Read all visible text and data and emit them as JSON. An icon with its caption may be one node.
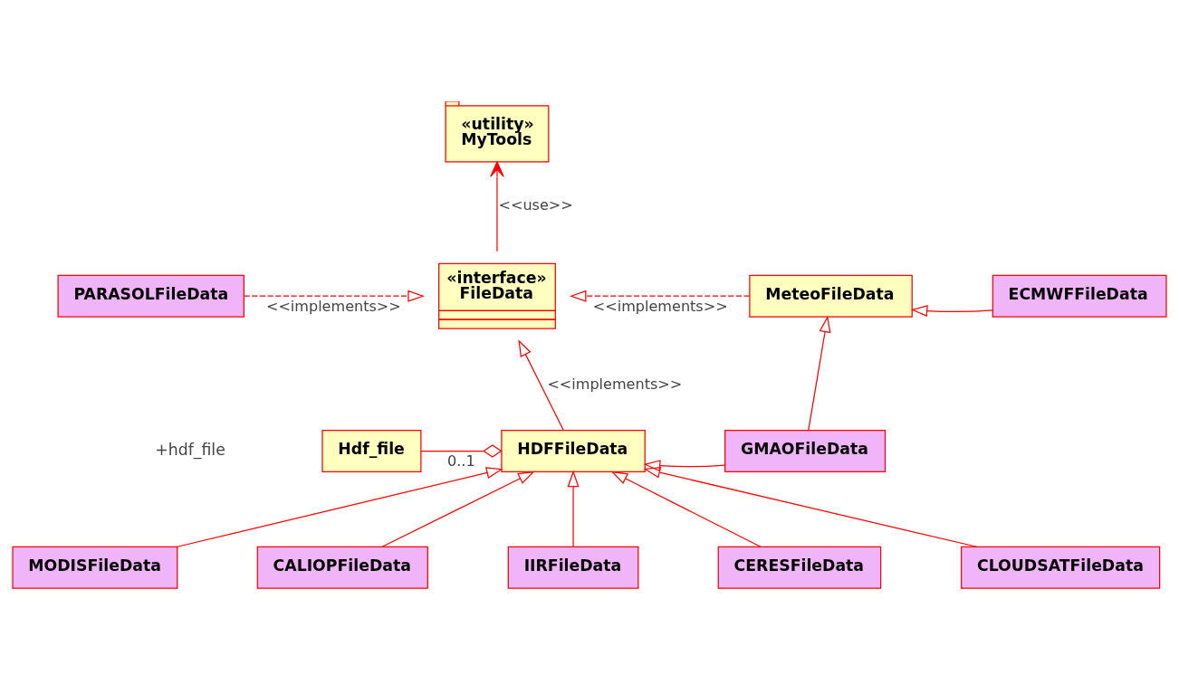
{
  "diagram": {
    "nodes": [
      {
        "text": [
          "«utility»",
          "MyTools"
        ]
      },
      {
        "text": [
          "«interface»",
          "FileData"
        ]
      },
      {
        "text": [
          "PARASOLFileData"
        ]
      },
      {
        "text": [
          "MeteoFileData"
        ]
      },
      {
        "text": [
          "ECMWFFileData"
        ]
      },
      {
        "text": [
          "Hdf_file"
        ]
      },
      {
        "text": [
          "HDFFileData"
        ]
      },
      {
        "text": [
          "GMAOFileData"
        ]
      },
      {
        "text": [
          "MODISFileData"
        ]
      },
      {
        "text": [
          "CALIOPFileData"
        ]
      },
      {
        "text": [
          "IIRFileData"
        ]
      },
      {
        "text": [
          "CERESFileData"
        ]
      },
      {
        "text": [
          "CLOUDSATFileData"
        ]
      }
    ],
    "edges": [
      {
        "from": 1,
        "to": 0,
        "arrow": "to",
        "label": "<<use>>"
      },
      {
        "from": 2,
        "to": 1,
        "arrow": "to",
        "label": "<<implements>>",
        "style": "dashed"
      },
      {
        "from": 3,
        "to": 1,
        "arrow": "to",
        "label": "<<implements>>",
        "style": "dashed"
      },
      {
        "from": 4,
        "to": 3,
        "arrow": "to"
      },
      {
        "from": 6,
        "to": 1,
        "arrow": "to",
        "label": "<<implements>>"
      },
      {
        "from": 7,
        "to": 3,
        "arrow": "to"
      },
      {
        "from": 5,
        "to": 6,
        "arrow": "other",
        "label": "0..1"
      },
      {
        "from": 7,
        "to": 6,
        "arrow": "to"
      },
      {
        "from": 8,
        "to": 6,
        "arrow": "to"
      },
      {
        "from": 9,
        "to": 6,
        "arrow": "to"
      },
      {
        "from": 10,
        "to": 6,
        "arrow": "to"
      },
      {
        "from": 11,
        "to": 6,
        "arrow": "to"
      },
      {
        "from": 12,
        "to": 6,
        "arrow": "to"
      }
    ],
    "labels": [
      "+hdf_file"
    ]
  }
}
